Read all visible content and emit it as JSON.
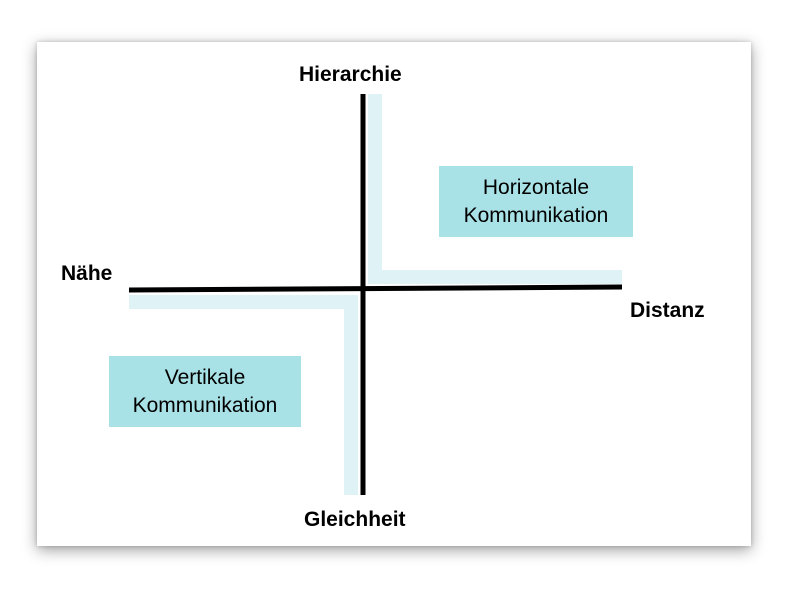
{
  "axes": {
    "top_label": "Hierarchie",
    "bottom_label": "Gleichheit",
    "left_label": "Nähe",
    "right_label": "Distanz"
  },
  "boxes": {
    "horizontal": {
      "line1": "Horizontale",
      "line2": "Kommunikation"
    },
    "vertical": {
      "line1": "Vertikale",
      "line2": "Kommunikation"
    }
  },
  "colors": {
    "axis": "#000000",
    "shadow_band": "#dff3f6",
    "box_fill": "#a9e2e6",
    "text": "#000000"
  }
}
